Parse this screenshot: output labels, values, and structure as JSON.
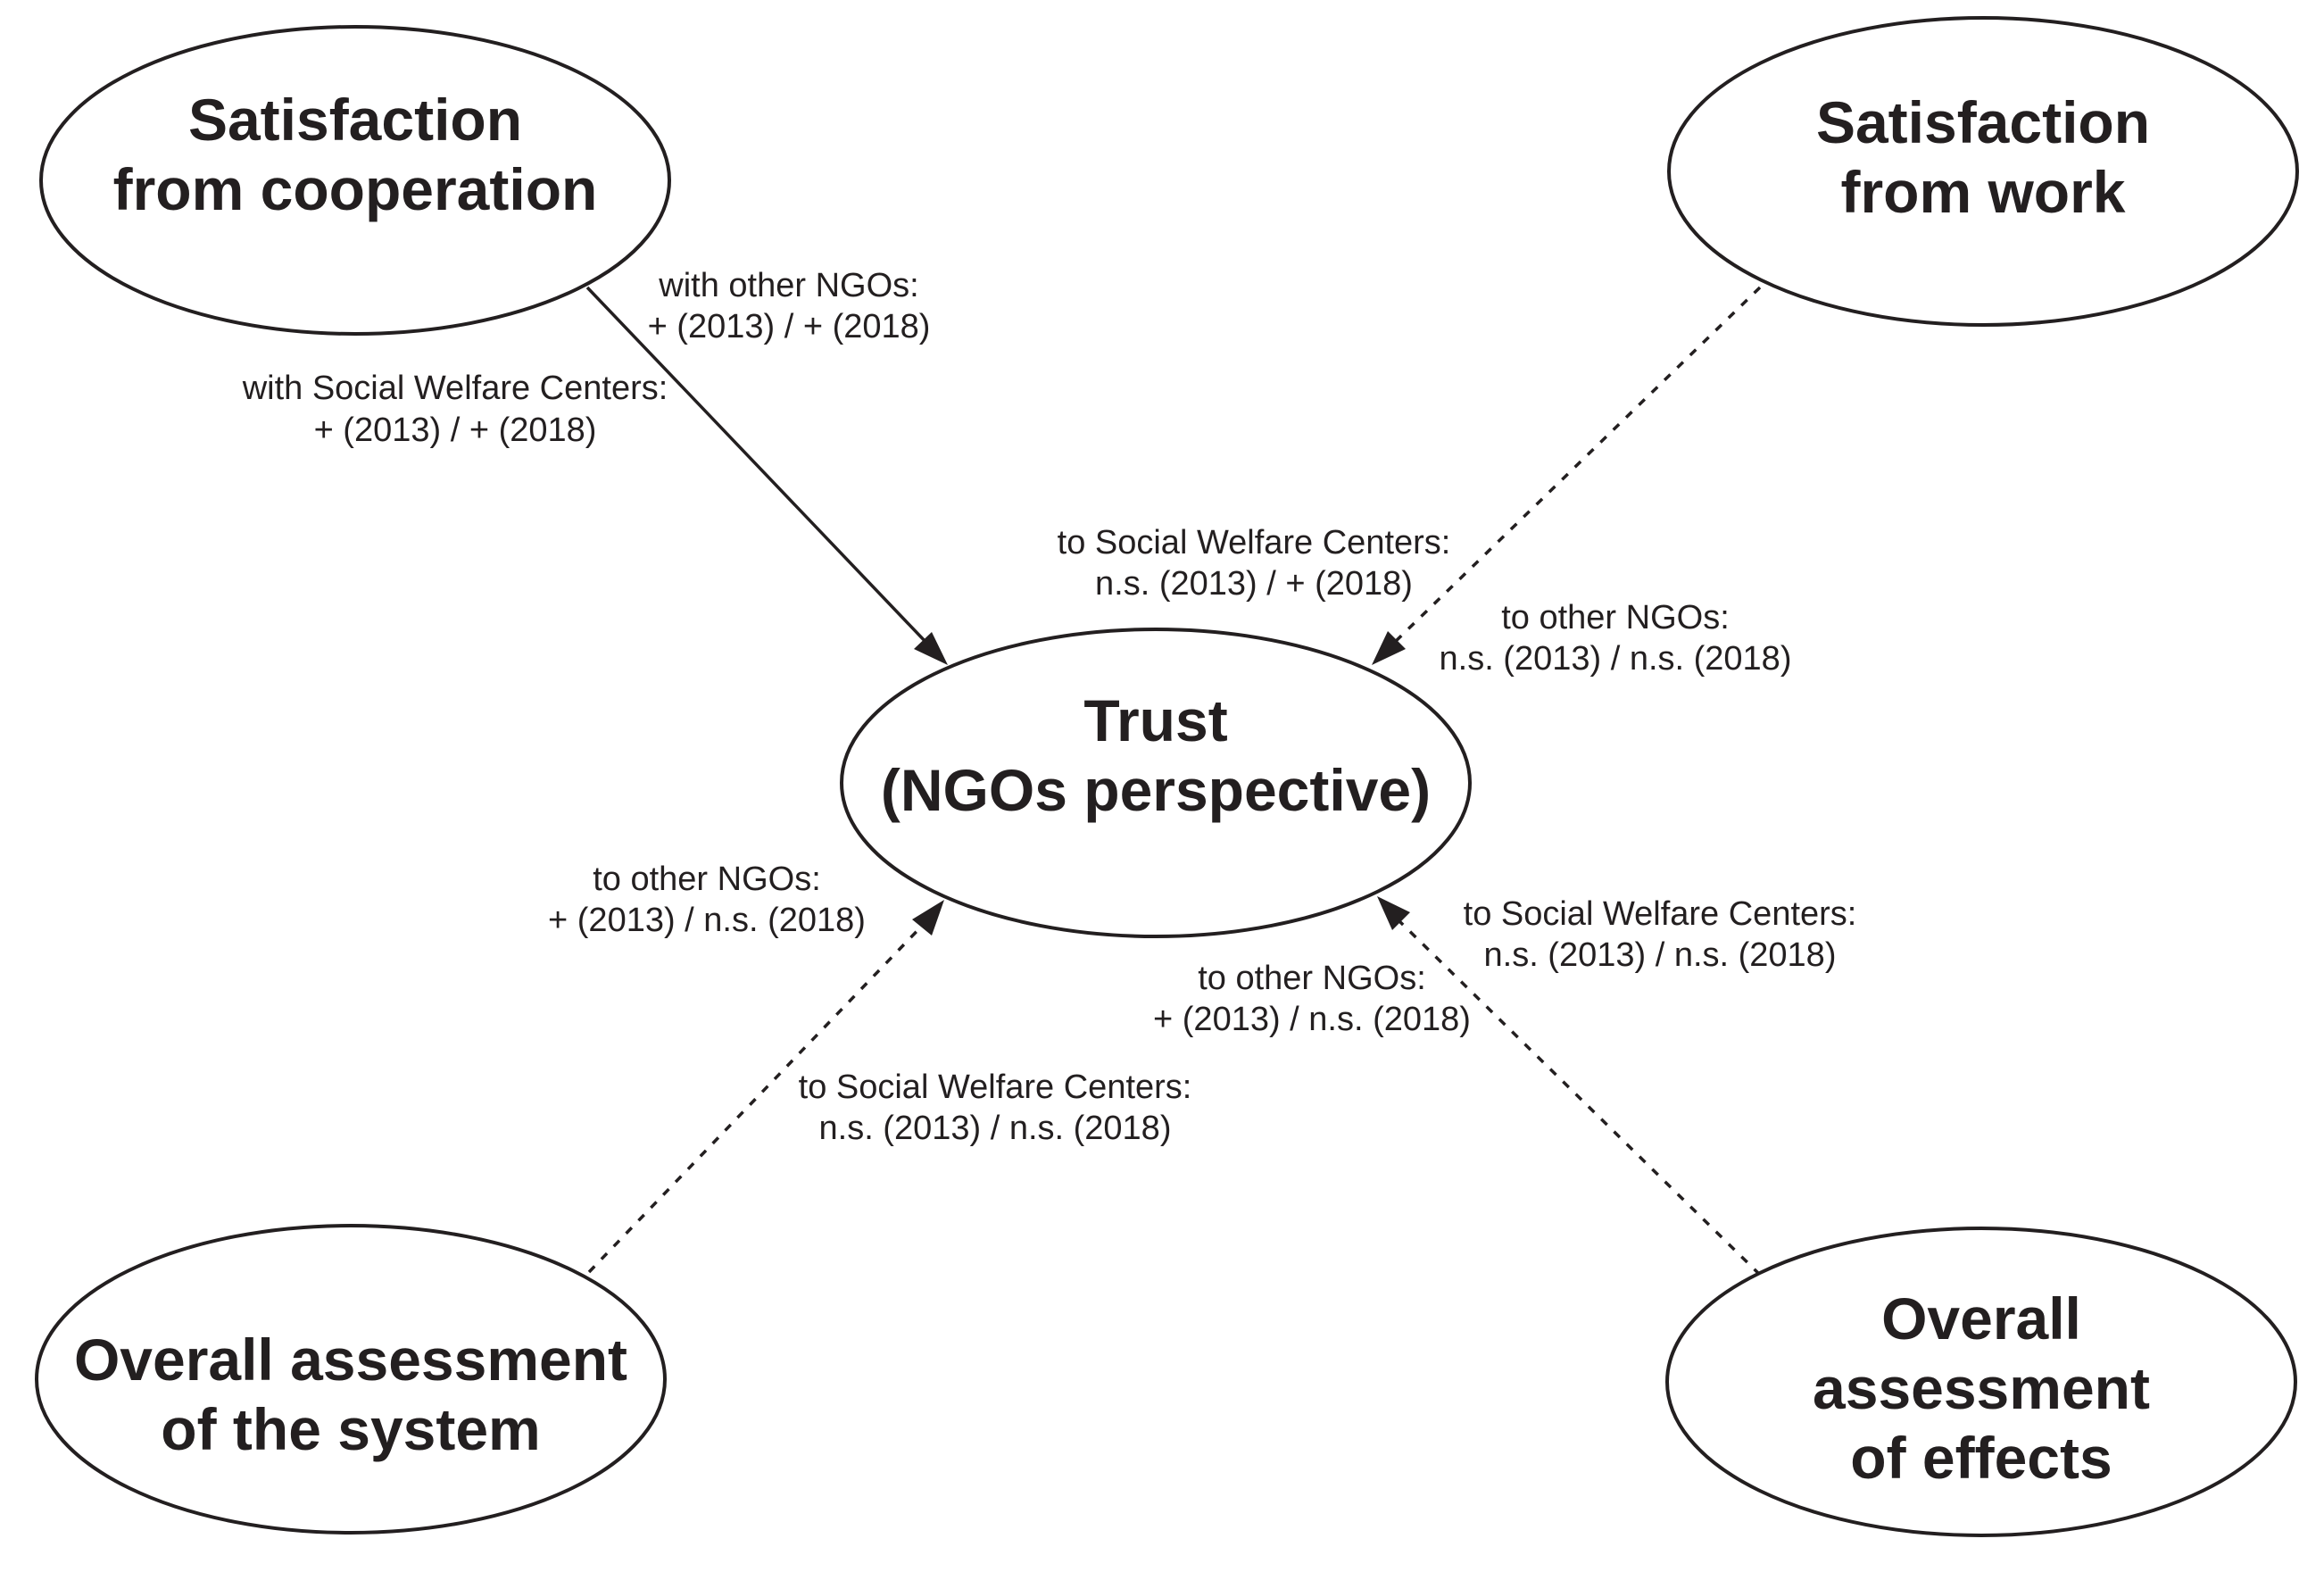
{
  "nodes": {
    "satisfaction_cooperation": {
      "lines": [
        "Satisfaction",
        "from cooperation"
      ]
    },
    "satisfaction_work": {
      "lines": [
        "Satisfaction",
        "from work"
      ]
    },
    "trust": {
      "lines": [
        "Trust",
        "(NGOs perspective)"
      ]
    },
    "assessment_system": {
      "lines": [
        "Overall assessment",
        "of the system"
      ]
    },
    "assessment_effects": {
      "lines": [
        "Overall",
        "assessment",
        "of effects"
      ]
    }
  },
  "edges": {
    "cooperation_ngos": {
      "lines": [
        "with other NGOs:",
        "+ (2013) / + (2018)"
      ]
    },
    "cooperation_swc": {
      "lines": [
        "with Social Welfare Centers:",
        "+ (2013) / + (2018)"
      ]
    },
    "work_swc": {
      "lines": [
        "to Social Welfare Centers:",
        "n.s. (2013) / + (2018)"
      ]
    },
    "work_ngos": {
      "lines": [
        "to other NGOs:",
        "n.s. (2013) / n.s. (2018)"
      ]
    },
    "system_ngos": {
      "lines": [
        "to other NGOs:",
        "+ (2013) / n.s. (2018)"
      ]
    },
    "system_swc": {
      "lines": [
        "to Social Welfare Centers:",
        "n.s. (2013) / n.s. (2018)"
      ]
    },
    "effects_swc": {
      "lines": [
        "to Social Welfare Centers:",
        "n.s. (2013) / n.s. (2018)"
      ]
    },
    "effects_ngos": {
      "lines": [
        "to other NGOs:",
        "+ (2013) / n.s. (2018)"
      ]
    }
  },
  "colors": {
    "stroke": "#231f20",
    "background": "#ffffff"
  }
}
